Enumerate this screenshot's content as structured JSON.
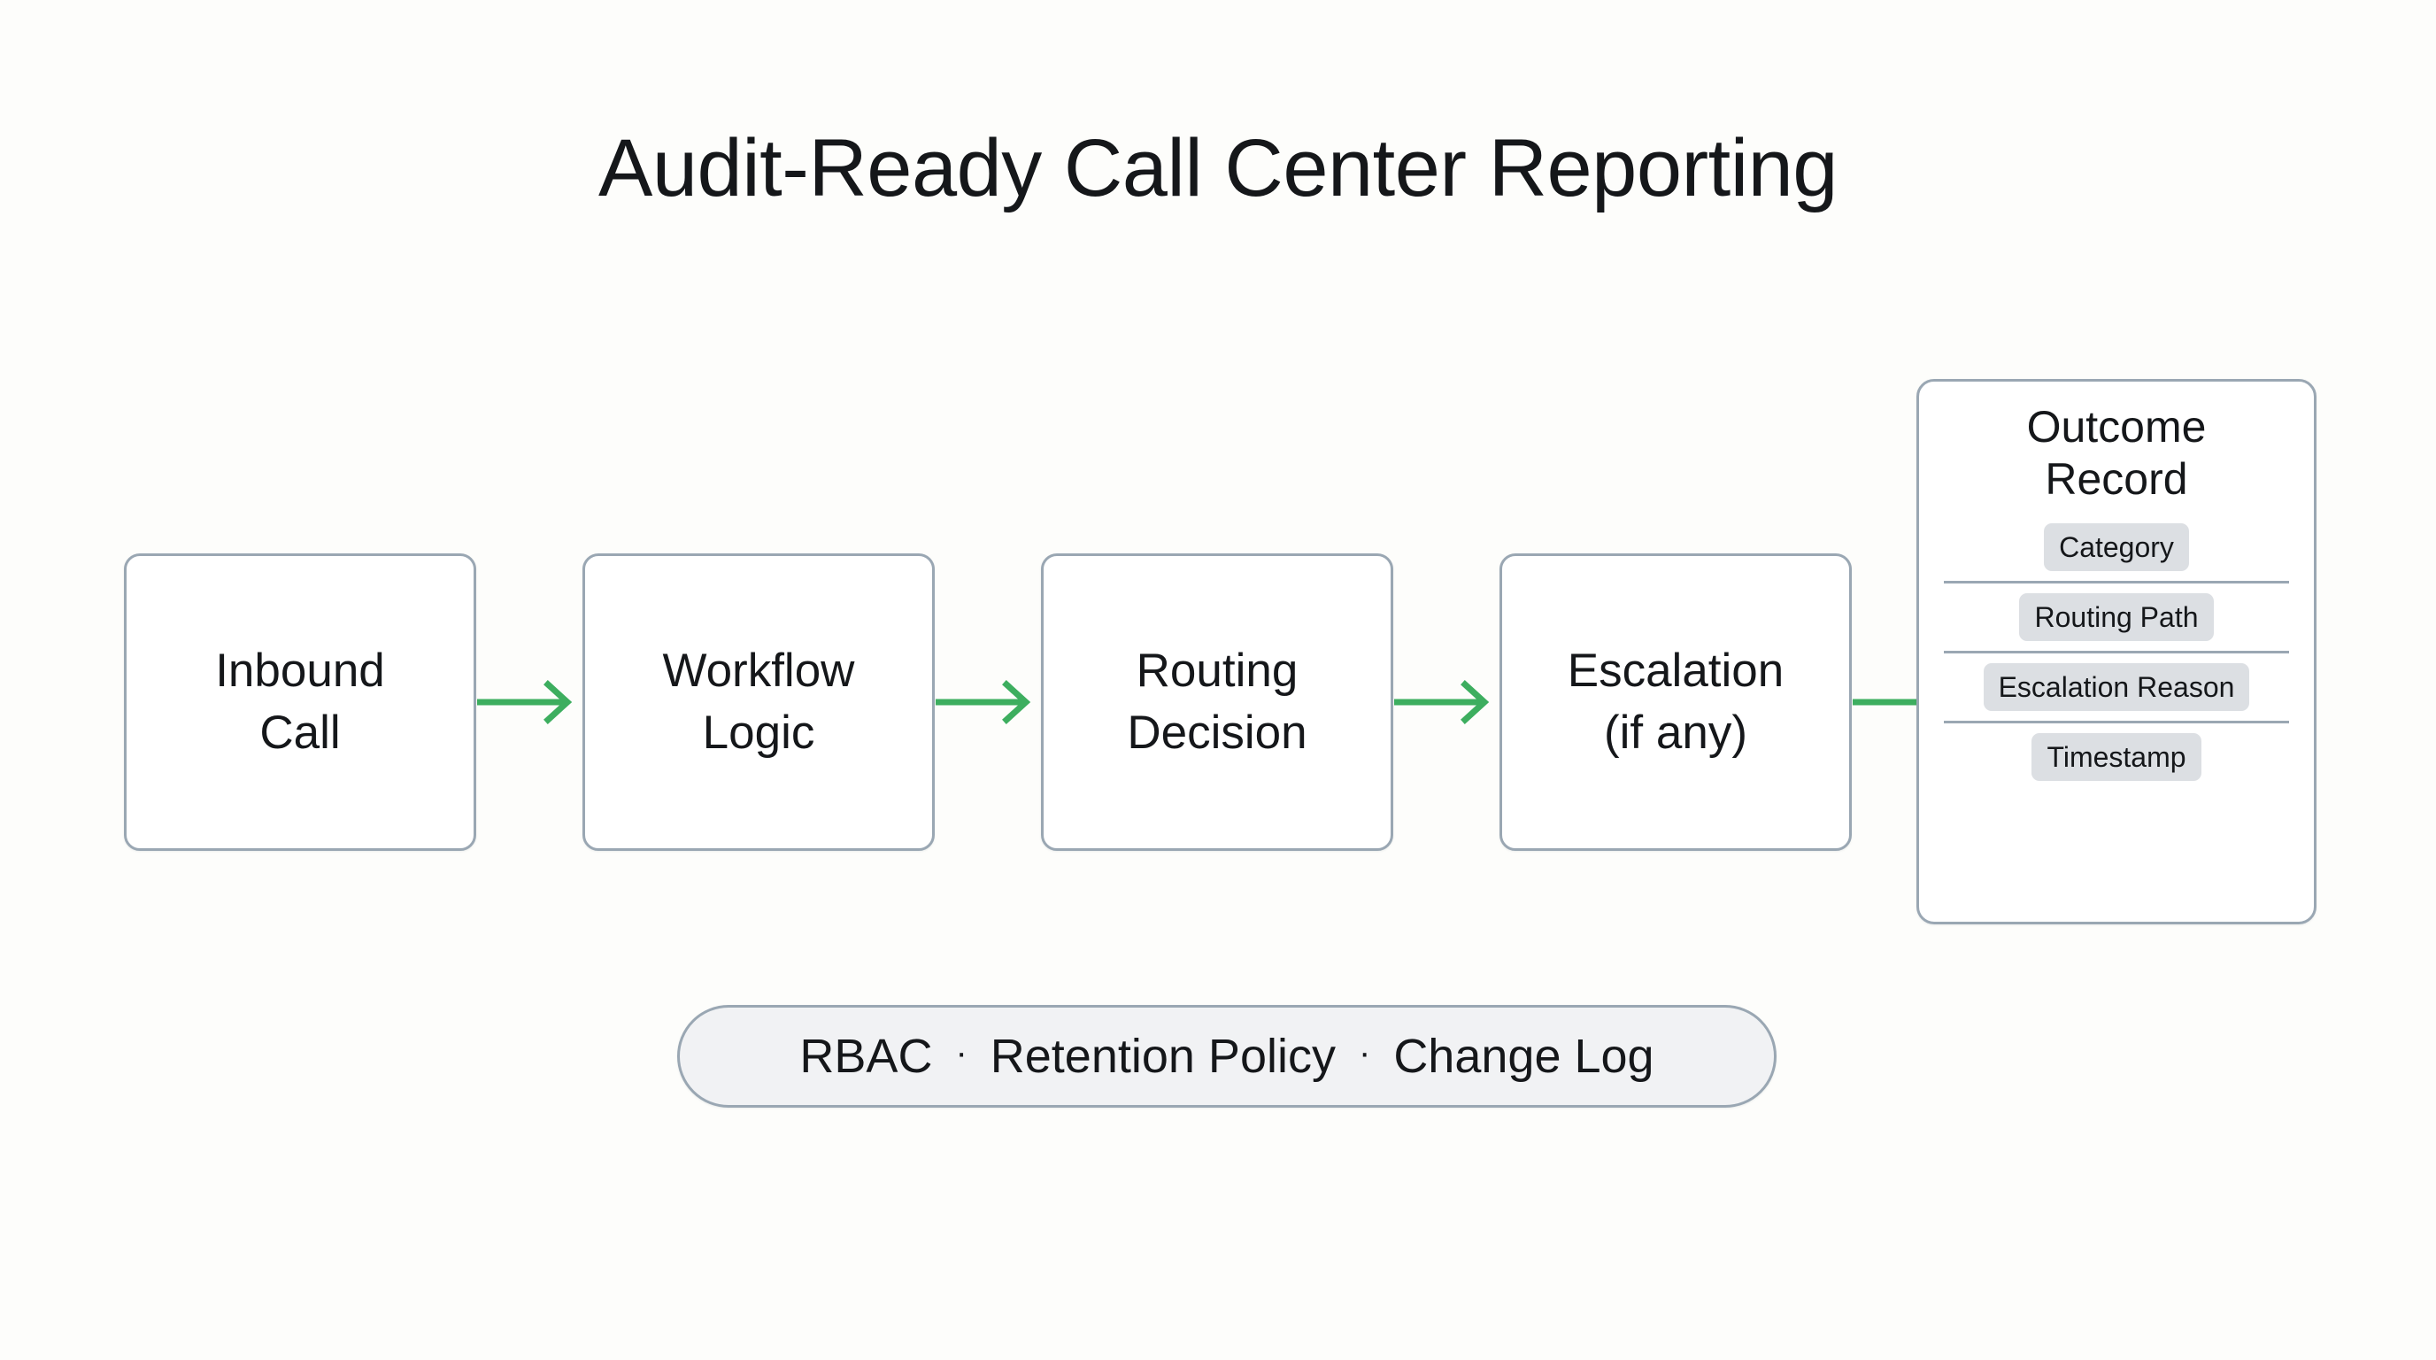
{
  "page": {
    "title": "Audit-Ready Call Center Reporting",
    "background_color": "#fdfdfb",
    "border_color": "#9aa7b3",
    "arrow_color": "#3dae5f",
    "chip_color": "#dcdfe3",
    "text_color": "#15171a"
  },
  "flow": {
    "arrow_icon": "arrow-right-icon",
    "stages": [
      {
        "id": "inbound-call",
        "label": "Inbound\nCall",
        "line1": "Inbound",
        "line2": "Call"
      },
      {
        "id": "workflow-logic",
        "label": "Workflow\nLogic",
        "line1": "Workflow",
        "line2": "Logic"
      },
      {
        "id": "routing-decision",
        "label": "Routing\nDecision",
        "line1": "Routing",
        "line2": "Decision"
      },
      {
        "id": "escalation",
        "label": "Escalation\n(if any)",
        "line1": "Escalation",
        "line2": "(if any)"
      }
    ]
  },
  "record_card": {
    "title_line1": "Outcome",
    "title_line2": "Record",
    "title": "Outcome Record",
    "fields": [
      {
        "id": "category",
        "label": "Category"
      },
      {
        "id": "routing-path",
        "label": "Routing Path"
      },
      {
        "id": "escalation-reason",
        "label": "Escalation Reason"
      },
      {
        "id": "timestamp",
        "label": "Timestamp"
      }
    ]
  },
  "footer": {
    "separator": "·",
    "items": [
      {
        "id": "rbac",
        "label": "RBAC"
      },
      {
        "id": "retention-policy",
        "label": "Retention Policy"
      },
      {
        "id": "change-log",
        "label": "Change Log"
      }
    ]
  }
}
